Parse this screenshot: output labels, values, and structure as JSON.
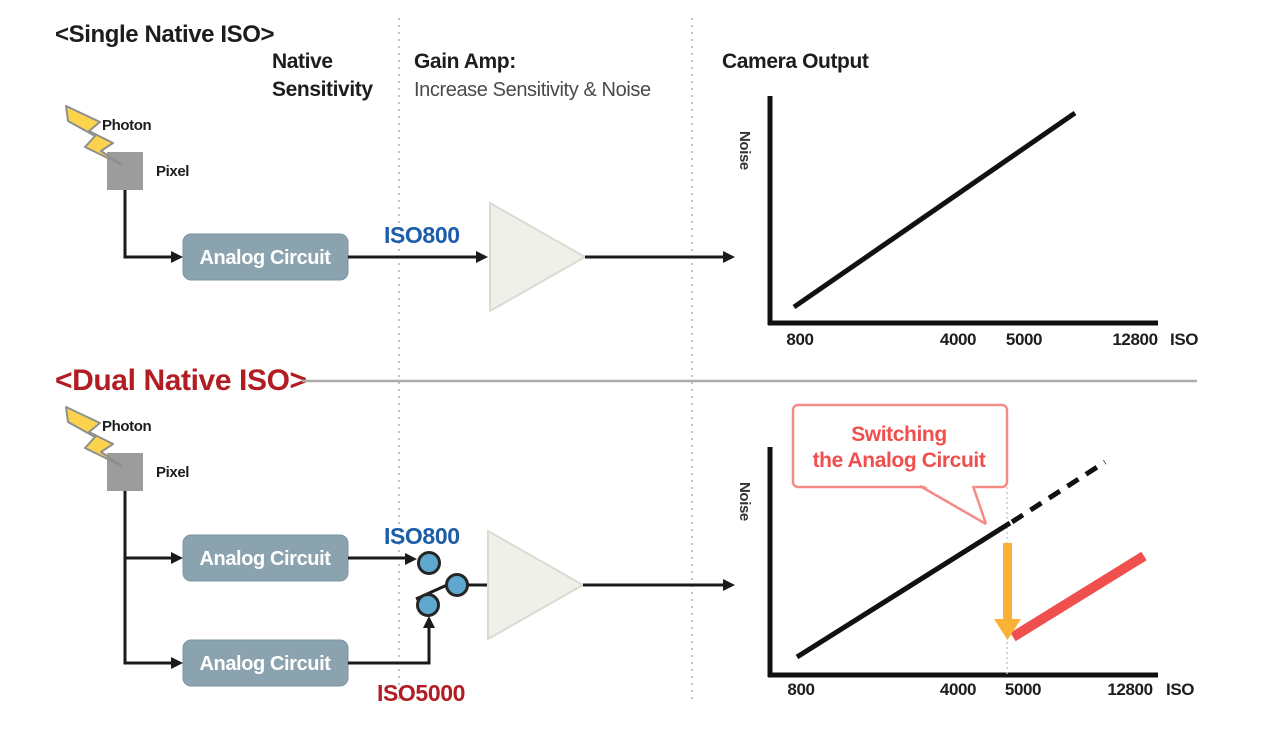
{
  "colors": {
    "accent_blue": "#1c5ca8",
    "accent_dark_red": "#b11d23",
    "accent_salmon": "#f0504d",
    "callout_border": "#f58b85",
    "accent_orange": "#f9b233",
    "circuit_box_fill": "#8ba2af",
    "switch_circle_fill": "#5fa8cf",
    "amp_triangle_fill": "#eef0e9",
    "pixel_gray": "#9c9c9c",
    "photon_yellow": "#fbd34c"
  },
  "single": {
    "title": "<Single Native ISO>",
    "columns": {
      "native_line1": "Native",
      "native_line2": "Sensitivity",
      "gain_line1": "Gain Amp:",
      "gain_line2": "Increase Sensitivity & Noise",
      "output": "Camera Output"
    },
    "photon_label": "Photon",
    "pixel_label": "Pixel",
    "circuit_label": "Analog Circuit",
    "iso_label": "ISO800",
    "graph": {
      "ylabel": "Noise",
      "xticks": [
        "800",
        "4000",
        "5000",
        "12800"
      ],
      "x_unit": "ISO"
    }
  },
  "dual": {
    "title": "<Dual Native ISO>",
    "photon_label": "Photon",
    "pixel_label": "Pixel",
    "circuit_top_label": "Analog Circuit",
    "circuit_bottom_label": "Analog Circuit",
    "iso_top_label": "ISO800",
    "iso_bottom_label": "ISO5000",
    "callout": {
      "line1": "Switching",
      "line2": "the Analog Circuit"
    },
    "graph": {
      "ylabel": "Noise",
      "xticks": [
        "800",
        "4000",
        "5000",
        "12800"
      ],
      "x_unit": "ISO"
    }
  },
  "chart_data": [
    {
      "type": "line",
      "title": "Camera Output",
      "xlabel": "ISO",
      "ylabel": "Noise",
      "x_scale": "non-linear tick spacing as drawn",
      "xticks": [
        800,
        4000,
        5000,
        12800
      ],
      "grid": false,
      "legend": false,
      "series": [
        {
          "name": "Noise vs ISO (single native ISO, gain amp)",
          "style": "solid black",
          "points": [
            {
              "iso": 800,
              "noise_rel": 0.07
            },
            {
              "iso": 12800,
              "noise_rel": 0.93
            }
          ]
        }
      ]
    },
    {
      "type": "line",
      "title": "Camera Output (Dual Native ISO)",
      "xlabel": "ISO",
      "ylabel": "Noise",
      "x_scale": "non-linear tick spacing as drawn",
      "xticks": [
        800,
        4000,
        5000,
        12800
      ],
      "switch_point_iso": 4800,
      "grid": false,
      "legend": false,
      "series": [
        {
          "name": "ISO800 analog circuit",
          "style": "solid black",
          "points": [
            {
              "iso": 800,
              "noise_rel": 0.08
            },
            {
              "iso": 4800,
              "noise_rel": 0.66
            }
          ]
        },
        {
          "name": "ISO800 circuit extrapolated (no switching)",
          "style": "dashed black",
          "points": [
            {
              "iso": 4800,
              "noise_rel": 0.66
            },
            {
              "iso": 12800,
              "noise_rel": 0.93
            }
          ]
        },
        {
          "name": "ISO5000 analog circuit",
          "style": "solid red #f0504d",
          "points": [
            {
              "iso": 4800,
              "noise_rel": 0.16
            },
            {
              "iso": 12800,
              "noise_rel": 0.52
            }
          ]
        }
      ],
      "annotations": [
        {
          "type": "callout",
          "text": "Switching the Analog Circuit",
          "points_to": "switch point at ~ISO 4800"
        },
        {
          "type": "down-arrow",
          "color": "#f9b233",
          "meaning": "noise drop when analog circuit is switched"
        },
        {
          "type": "vertical-dotted-guideline",
          "at_iso": 4800
        }
      ]
    }
  ]
}
